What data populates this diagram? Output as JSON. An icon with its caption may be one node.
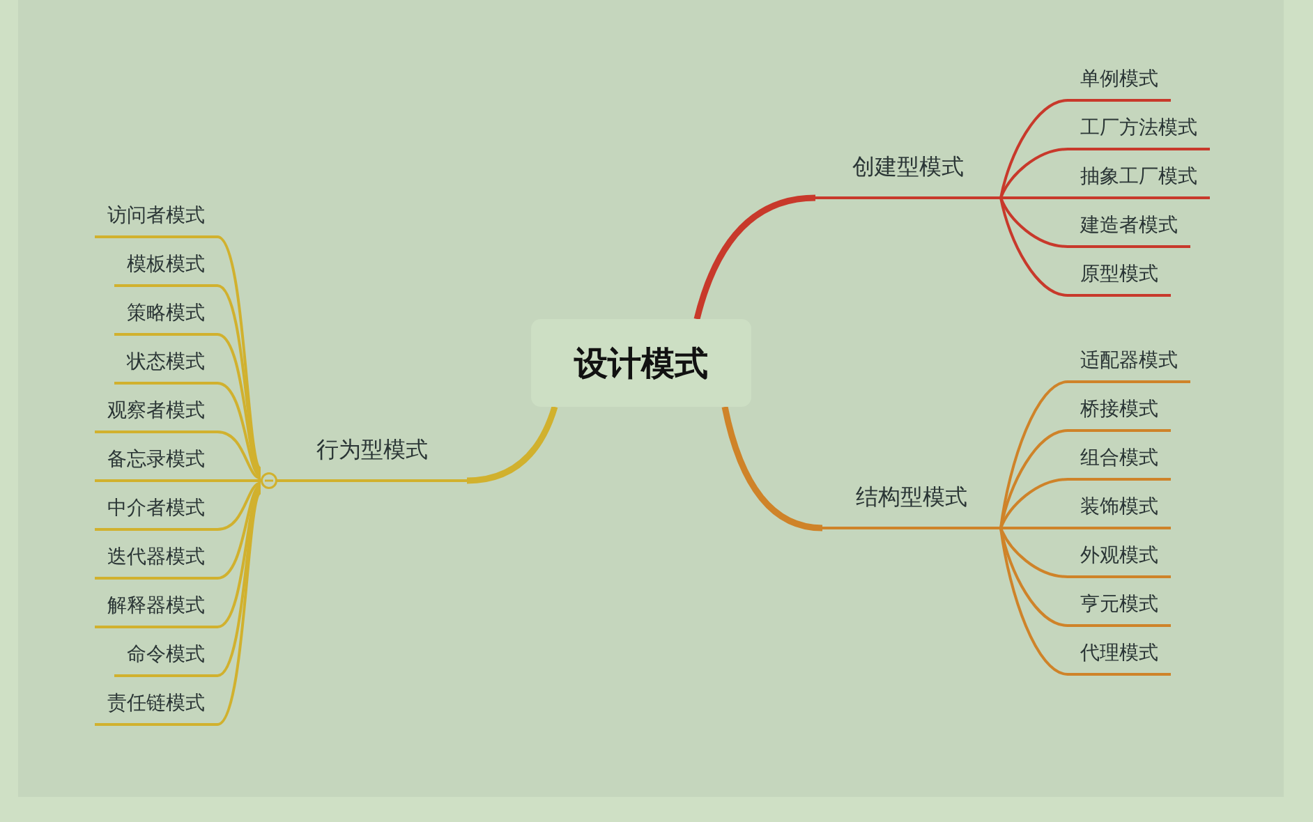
{
  "diagram": {
    "nodes": [
      {
        "text": [
          "设计模式"
        ]
      },
      {
        "text": [
          "创建型模式"
        ]
      },
      {
        "text": [
          "单例模式"
        ]
      },
      {
        "text": [
          "工厂方法模式"
        ]
      },
      {
        "text": [
          "抽象工厂模式"
        ]
      },
      {
        "text": [
          "建造者模式"
        ]
      },
      {
        "text": [
          "原型模式"
        ]
      },
      {
        "text": [
          "结构型模式"
        ]
      },
      {
        "text": [
          "适配器模式"
        ]
      },
      {
        "text": [
          "桥接模式"
        ]
      },
      {
        "text": [
          "组合模式"
        ]
      },
      {
        "text": [
          "装饰模式"
        ]
      },
      {
        "text": [
          "外观模式"
        ]
      },
      {
        "text": [
          "亨元模式"
        ]
      },
      {
        "text": [
          "代理模式"
        ]
      },
      {
        "text": [
          "行为型模式"
        ]
      },
      {
        "text": [
          "访问者模式"
        ]
      },
      {
        "text": [
          "模板模式"
        ]
      },
      {
        "text": [
          "策略模式"
        ]
      },
      {
        "text": [
          "状态模式"
        ]
      },
      {
        "text": [
          "观察者模式"
        ]
      },
      {
        "text": [
          "备忘录模式"
        ]
      },
      {
        "text": [
          "中介者模式"
        ]
      },
      {
        "text": [
          "迭代器模式"
        ]
      },
      {
        "text": [
          "解释器模式"
        ]
      },
      {
        "text": [
          "命令模式"
        ]
      },
      {
        "text": [
          "责任链模式"
        ]
      }
    ],
    "edges": [
      {
        "from": 0,
        "to": 1,
        "arrow": "none",
        "style": "thick",
        "color": "#c8392b"
      },
      {
        "from": 1,
        "to": 2,
        "arrow": "none",
        "color": "#c8392b"
      },
      {
        "from": 1,
        "to": 3,
        "arrow": "none",
        "color": "#c8392b"
      },
      {
        "from": 1,
        "to": 4,
        "arrow": "none",
        "color": "#c8392b"
      },
      {
        "from": 1,
        "to": 5,
        "arrow": "none",
        "color": "#c8392b"
      },
      {
        "from": 1,
        "to": 6,
        "arrow": "none",
        "color": "#c8392b"
      },
      {
        "from": 0,
        "to": 7,
        "arrow": "none",
        "style": "thick",
        "color": "#cf8329"
      },
      {
        "from": 7,
        "to": 8,
        "arrow": "none",
        "color": "#cf8329"
      },
      {
        "from": 7,
        "to": 9,
        "arrow": "none",
        "color": "#cf8329"
      },
      {
        "from": 7,
        "to": 10,
        "arrow": "none",
        "color": "#cf8329"
      },
      {
        "from": 7,
        "to": 11,
        "arrow": "none",
        "color": "#cf8329"
      },
      {
        "from": 7,
        "to": 12,
        "arrow": "none",
        "color": "#cf8329"
      },
      {
        "from": 7,
        "to": 13,
        "arrow": "none",
        "color": "#cf8329"
      },
      {
        "from": 7,
        "to": 14,
        "arrow": "none",
        "color": "#cf8329"
      },
      {
        "from": 0,
        "to": 15,
        "arrow": "none",
        "style": "thick"
      },
      {
        "from": 15,
        "to": 16,
        "arrow": "none"
      },
      {
        "from": 15,
        "to": 17,
        "arrow": "none"
      },
      {
        "from": 15,
        "to": 18,
        "arrow": "none"
      },
      {
        "from": 15,
        "to": 19,
        "arrow": "none"
      },
      {
        "from": 15,
        "to": 20,
        "arrow": "none"
      },
      {
        "from": 15,
        "to": 21,
        "arrow": "none"
      },
      {
        "from": 15,
        "to": 22,
        "arrow": "none"
      },
      {
        "from": 15,
        "to": 23,
        "arrow": "none"
      },
      {
        "from": 15,
        "to": 24,
        "arrow": "none"
      },
      {
        "from": 15,
        "to": 25,
        "arrow": "none"
      },
      {
        "from": 15,
        "to": 26,
        "arrow": "none"
      }
    ]
  }
}
